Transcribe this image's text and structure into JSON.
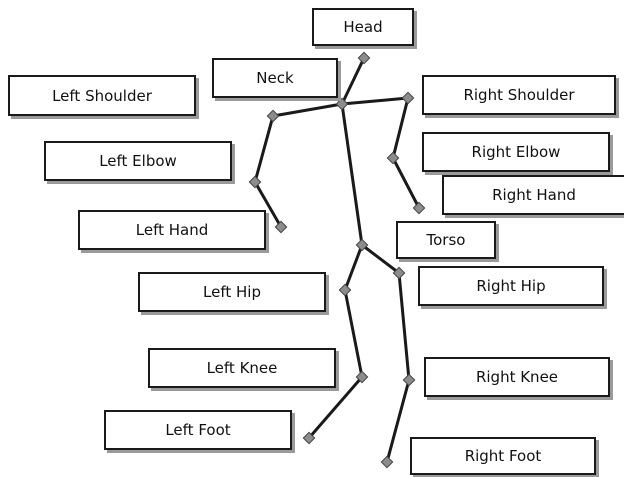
{
  "labels": {
    "head": "Head",
    "neck": "Neck",
    "left_shoulder": "Left Shoulder",
    "right_shoulder": "Right Shoulder",
    "left_elbow": "Left Elbow",
    "right_elbow": "Right Elbow",
    "right_hand": "Right Hand",
    "left_hand": "Left Hand",
    "torso": "Torso",
    "left_hip": "Left Hip",
    "right_hip": "Right Hip",
    "left_knee": "Left Knee",
    "right_knee": "Right Knee",
    "left_foot": "Left Foot",
    "right_foot": "Right Foot"
  },
  "colors": {
    "bone": "#1a1a1a",
    "joint": "#8c8c8c",
    "box_border": "#1a1a1a",
    "box_shadow": "#9a9a9a"
  }
}
